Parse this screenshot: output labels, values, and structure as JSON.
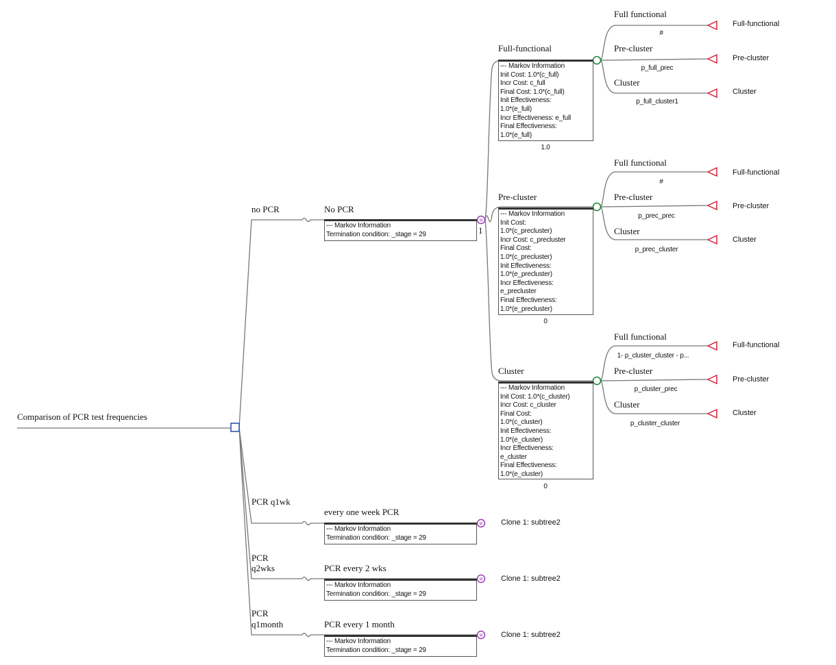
{
  "root": {
    "label": "Comparison of PCR test frequencies",
    "node_type": "decision"
  },
  "strategies": [
    {
      "branch_label": "no PCR",
      "markov_node_label": "No PCR",
      "markov_info_header": "--- Markov Information",
      "termination": "Termination condition: _stage = 29",
      "markov_value": "1"
    },
    {
      "branch_label": "PCR q1wk",
      "markov_node_label": "every one week PCR",
      "markov_info_header": "--- Markov Information",
      "termination": "Termination condition: _stage = 29",
      "clone_label": "Clone 1: subtree2"
    },
    {
      "branch_label_line1": "PCR",
      "branch_label_line2": "q2wks",
      "markov_node_label": "PCR every 2 wks",
      "markov_info_header": "--- Markov Information",
      "termination": "Termination condition: _stage = 29",
      "clone_label": "Clone 1: subtree2"
    },
    {
      "branch_label_line1": "PCR",
      "branch_label_line2": "q1month",
      "markov_node_label": "PCR every 1 month",
      "markov_info_header": "--- Markov Information",
      "termination": "Termination condition: _stage = 29",
      "clone_label": "Clone 1: subtree2"
    }
  ],
  "states": [
    {
      "name": "Full-functional",
      "info_lines": [
        "--- Markov Information",
        "Init Cost: 1.0*(c_full)",
        "Incr Cost: c_full",
        "Final Cost: 1.0*(c_full)",
        "Init Effectiveness:",
        "1.0*(e_full)",
        "Incr Effectiveness: e_full",
        "Final Effectiveness:",
        "1.0*(e_full)"
      ],
      "initial_prob": "1.0",
      "transitions": [
        {
          "label": "Full functional",
          "prob": "#",
          "terminal": "Full-functional"
        },
        {
          "label": "Pre-cluster",
          "prob": "p_full_prec",
          "terminal": "Pre-cluster"
        },
        {
          "label": "Cluster",
          "prob": "p_full_cluster1",
          "terminal": "Cluster"
        }
      ]
    },
    {
      "name": "Pre-cluster",
      "info_lines": [
        "--- Markov Information",
        "Init Cost:",
        "1.0*(c_precluster)",
        "Incr Cost: c_precluster",
        "Final Cost:",
        "1.0*(c_precluster)",
        "Init Effectiveness:",
        "1.0*(e_precluster)",
        "Incr Effectiveness:",
        "e_precluster",
        "Final Effectiveness:",
        "1.0*(e_precluster)"
      ],
      "initial_prob": "0",
      "transitions": [
        {
          "label": "Full functional",
          "prob": "#",
          "terminal": "Full-functional"
        },
        {
          "label": "Pre-cluster",
          "prob": "p_prec_prec",
          "terminal": "Pre-cluster"
        },
        {
          "label": "Cluster",
          "prob": "p_prec_cluster",
          "terminal": "Cluster"
        }
      ]
    },
    {
      "name": "Cluster",
      "info_lines": [
        "--- Markov Information",
        "Init Cost: 1.0*(c_cluster)",
        "Incr Cost: c_cluster",
        "Final Cost:",
        "1.0*(c_cluster)",
        "Init Effectiveness:",
        "1.0*(e_cluster)",
        "Incr Effectiveness:",
        "e_cluster",
        "Final Effectiveness:",
        "1.0*(e_cluster)"
      ],
      "initial_prob": "0",
      "transitions": [
        {
          "label": "Full functional",
          "prob": "1- p_cluster_cluster - p...",
          "terminal": "Full-functional"
        },
        {
          "label": "Pre-cluster",
          "prob": "p_cluster_prec",
          "terminal": "Pre-cluster"
        },
        {
          "label": "Cluster",
          "prob": "p_cluster_cluster",
          "terminal": "Cluster"
        }
      ]
    }
  ],
  "colors": {
    "decision_node": "#2f55b0",
    "markov_node": "#9b3bb5",
    "chance_node": "#1f8a3c",
    "terminal_node": "#d0233a",
    "branch_line": "#777777"
  }
}
